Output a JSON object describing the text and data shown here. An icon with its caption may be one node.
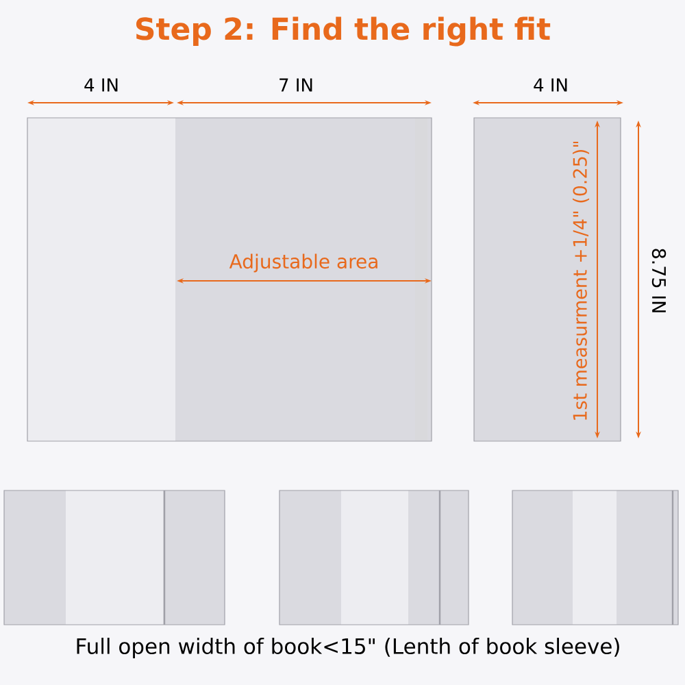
{
  "diagram": {
    "title": "Step 2: Find the right fit",
    "labels": [
      "4 IN",
      "7 IN",
      "4 IN",
      "Adjustable area",
      "1st measurment +1/4\" (0.25)\"",
      "8.75 IN",
      "Full open width of book<15\" (Lenth of book sleeve)"
    ]
  }
}
